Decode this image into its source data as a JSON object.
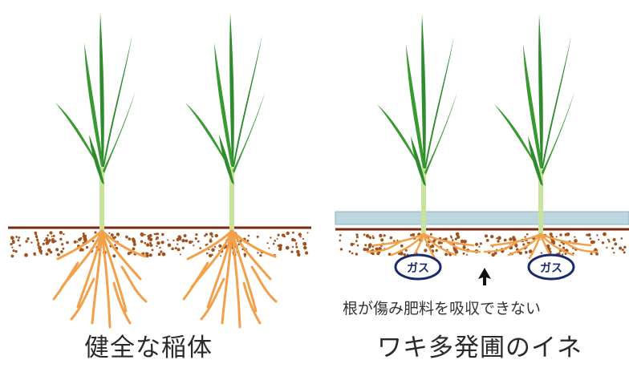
{
  "panels": {
    "healthy": {
      "caption": "健全な稲体"
    },
    "gassy": {
      "caption": "ワキ多発圃のイネ",
      "note": "根が傷み肥料を吸収できない",
      "gas_label": "ガス"
    }
  },
  "colors": {
    "leaf": "#2e8b2e",
    "stem": "#bfe08a",
    "root": "#f2a04a",
    "soil_line": "#7a2a10",
    "soil_dots": "#a0521e",
    "water": "#bcd6e0",
    "gas_ellipse": "#1b2a6b"
  }
}
